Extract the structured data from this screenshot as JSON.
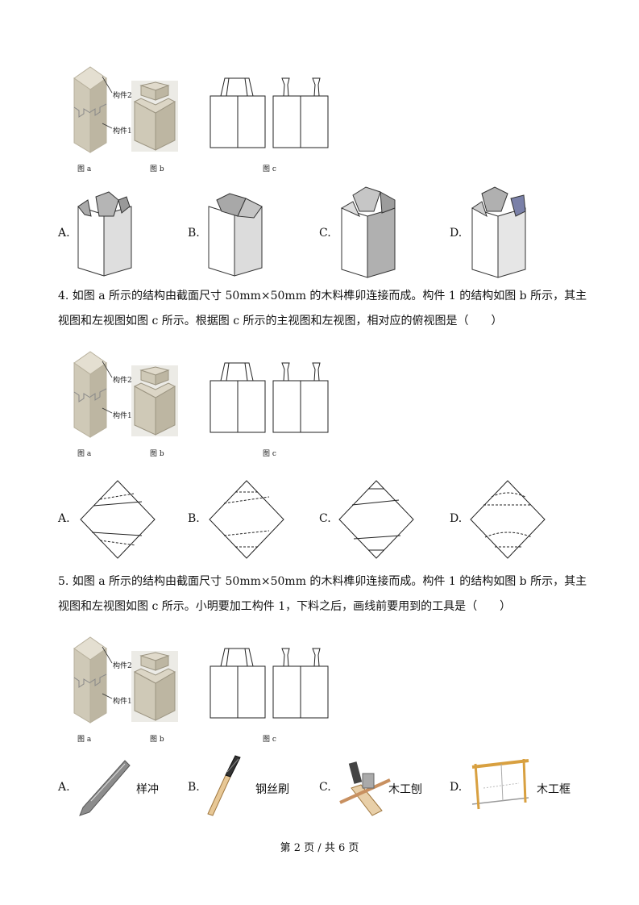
{
  "figure_captions": {
    "a": "图 a",
    "b": "图 b",
    "c": "图 c"
  },
  "part_labels": {
    "part2": "构件2",
    "part1": "构件1"
  },
  "option_letters": [
    "A.",
    "B.",
    "C.",
    "D."
  ],
  "q4": {
    "text": "4. 如图 a 所示的结构由截面尺寸 50mm×50mm 的木料榫卯连接而成。构件 1 的结构如图 b 所示，其主视图和左视图如图 c 所示。根据图 c 所示的主视图和左视图，相对应的俯视图是（　　）"
  },
  "q5": {
    "text": "5. 如图 a 所示的结构由截面尺寸 50mm×50mm 的木料榫卯连接而成。构件 1 的结构如图 b 所示，其主视图和左视图如图 c 所示。小明要加工构件 1，下料之后，画线前要用到的工具是（　　）",
    "tools": [
      "样冲",
      "钢丝刷",
      "木工刨",
      "木工框"
    ]
  },
  "footer": "第 2 页 / 共 6 页",
  "colors": {
    "wood": "#d6d0c0",
    "wood_dark": "#b9b29f",
    "gray_face": "#c8c8c8",
    "gray_dark": "#9a9a9a",
    "blue_face": "#7a80a8"
  }
}
